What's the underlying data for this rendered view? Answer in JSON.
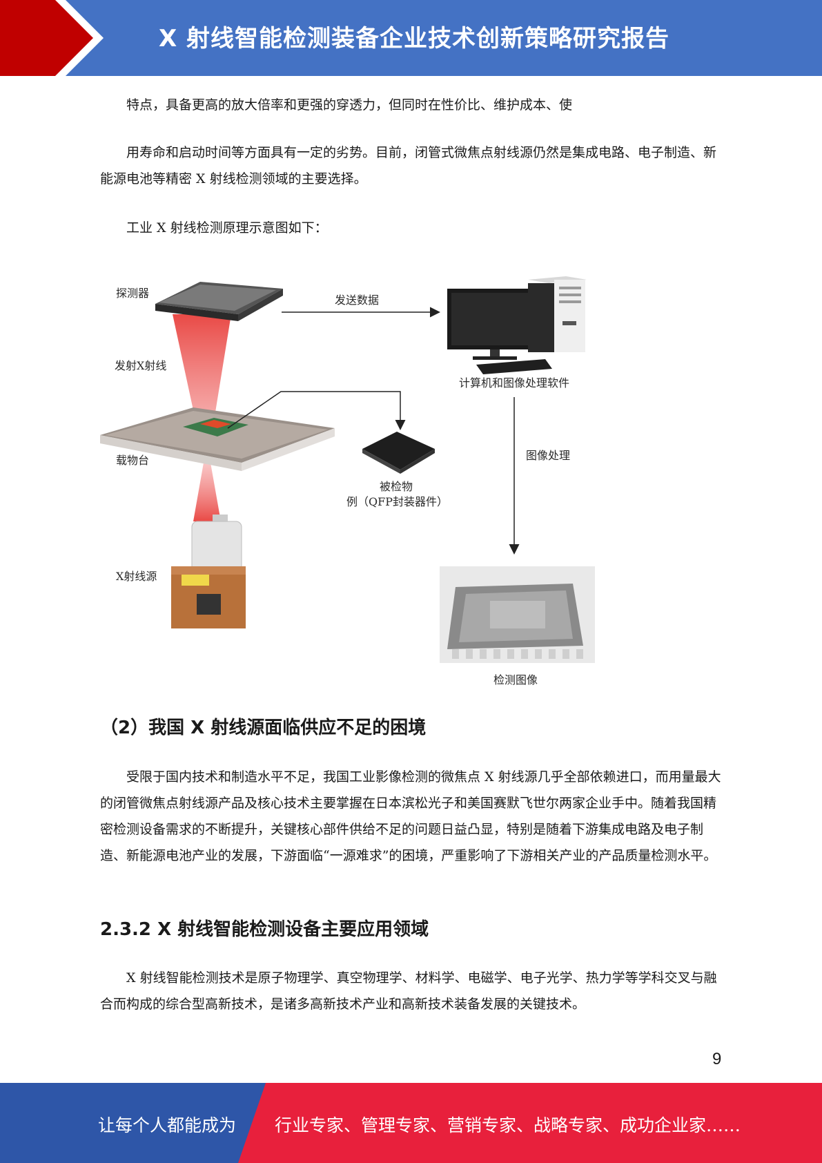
{
  "header": {
    "title": "X 射线智能检测装备企业技术创新策略研究报告"
  },
  "body": {
    "p1": "特点，具备更高的放大倍率和更强的穿透力，但同时在性价比、维护成本、使",
    "p2": "用寿命和启动时间等方面具有一定的劣势。目前，闭管式微焦点射线源仍然是集成电路、电子制造、新能源电池等精密 X 射线检测领域的主要选择。",
    "p3": "工业 X 射线检测原理示意图如下：",
    "heading1": "（2）我国 X 射线源面临供应不足的困境",
    "p4": "受限于国内技术和制造水平不足，我国工业影像检测的微焦点 X 射线源几乎全部依赖进口，而用量最大的闭管微焦点射线源产品及核心技术主要掌握在日本滨松光子和美国赛默飞世尔两家企业手中。随着我国精密检测设备需求的不断提升，关键核心部件供给不足的问题日益凸显，特别是随着下游集成电路及电子制造、新能源电池产业的发展，下游面临“一源难求”的困境，严重影响了下游相关产业的产品质量检测水平。",
    "heading2": "2.3.2 X 射线智能检测设备主要应用领域",
    "p5": "X 射线智能检测技术是原子物理学、真空物理学、材料学、电磁学、电子光学、热力学等学科交叉与融合而构成的综合型高新技术，是诸多高新技术产业和高新技术装备发展的关键技术。"
  },
  "diagram": {
    "detector": "探测器",
    "emit": "发射X射线",
    "stage": "载物台",
    "source": "X射线源",
    "send_data": "发送数据",
    "computer": "计算机和图像处理软件",
    "image_processing": "图像处理",
    "object_line1": "被检物",
    "object_line2": "例（QFP封装器件）",
    "result": "检测图像"
  },
  "page_number": "9",
  "footer": {
    "left": "让每个人都能成为",
    "right": "行业专家、管理专家、营销专家、战略专家、成功企业家……"
  },
  "colors": {
    "header_blue": "#4472c4",
    "header_red": "#c00000",
    "footer_blue": "#2e56a8",
    "footer_red": "#e8203c",
    "beam_red": "#e8403c"
  }
}
